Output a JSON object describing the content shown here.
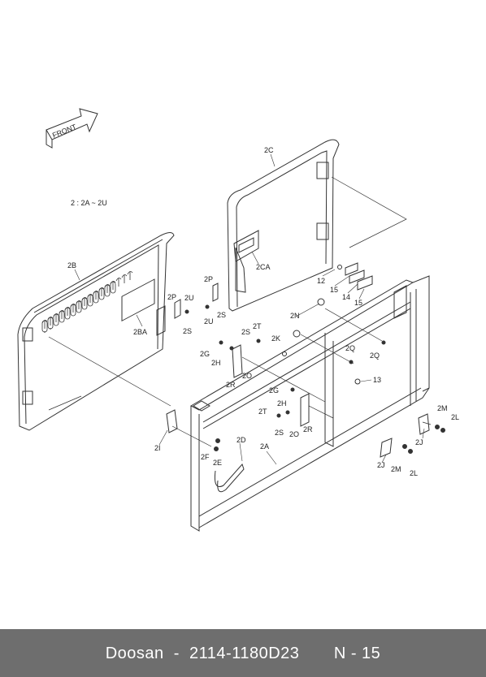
{
  "diagram": {
    "front_arrow_label": "FRONT",
    "range_note": "2 : 2A ~ 2U",
    "labels": {
      "2C": "2C",
      "2CA": "2CA",
      "2B": "2B",
      "2BA": "2BA",
      "12": "12",
      "15a": "15",
      "14": "14",
      "15b": "15",
      "13": "13",
      "2P_a": "2P",
      "2U_a": "2U",
      "2P_b": "2P",
      "2S_a": "2S",
      "2U_b": "2U",
      "2S_b": "2S",
      "2N": "2N",
      "2S_c": "2S",
      "2T_a": "2T",
      "2K": "2K",
      "2Q_a": "2Q",
      "2Q_b": "2Q",
      "2G_a": "2G",
      "2H_a": "2H",
      "2O_a": "2O",
      "2R_a": "2R",
      "2G_b": "2G",
      "2H_b": "2H",
      "2T_b": "2T",
      "2S_d": "2S",
      "2O_b": "2O",
      "2R_b": "2R",
      "2M_a": "2M",
      "2L_a": "2L",
      "2J_a": "2J",
      "2J_b": "2J",
      "2M_b": "2M",
      "2L_b": "2L",
      "2I": "2I",
      "2F": "2F",
      "2E": "2E",
      "2D": "2D",
      "2A": "2A"
    }
  },
  "footer": {
    "brand": "Doosan",
    "part_number": "2114-1180D23",
    "page": "N - 15"
  },
  "colors": {
    "line": "#333333",
    "footer_bg": "#6e6e6e",
    "footer_text": "#ffffff"
  }
}
